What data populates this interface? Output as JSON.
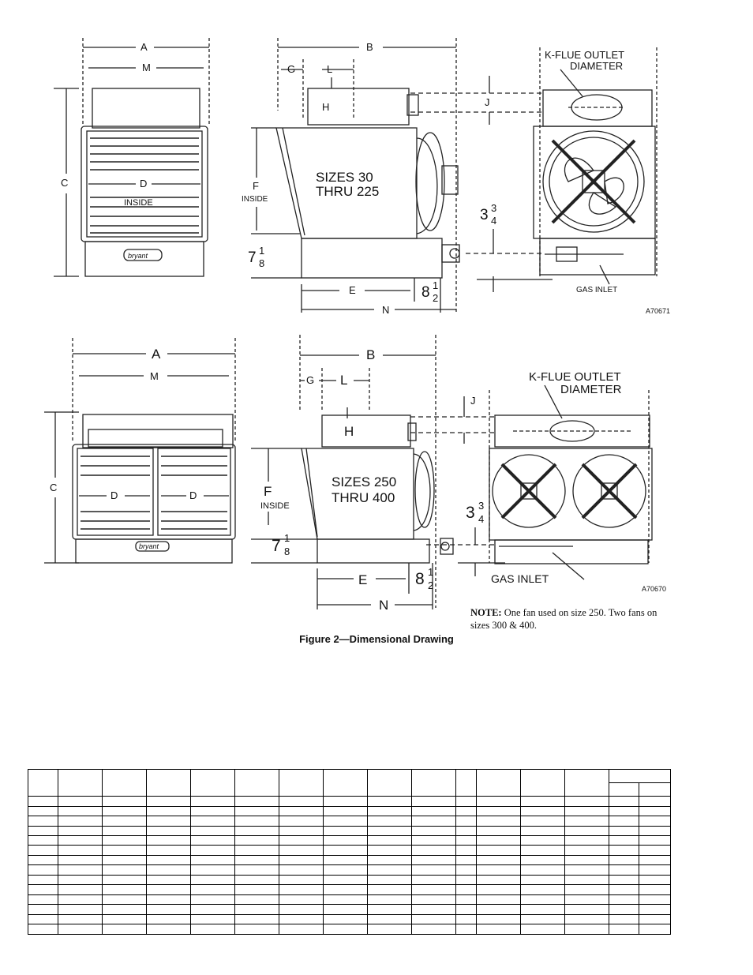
{
  "figure": {
    "caption": "Figure 2—Dimensional Drawing",
    "top_view": {
      "sizes_line1": "SIZES 30",
      "sizes_line2": "THRU 225",
      "ref_code": "A70671"
    },
    "bottom_view": {
      "sizes_line1": "SIZES 250",
      "sizes_line2": "THRU 400",
      "ref_code": "A70670"
    },
    "labels": {
      "A": "A",
      "B": "B",
      "C": "C",
      "D": "D",
      "E": "E",
      "F": "F",
      "G": "G",
      "H": "H",
      "J": "J",
      "L": "L",
      "M": "M",
      "N": "N",
      "inside": "INSIDE",
      "flue_line1": "K-FLUE OUTLET",
      "flue_line2": "DIAMETER",
      "gas_inlet": "GAS INLET",
      "brand": "bryant"
    },
    "dims": {
      "base_whole": "7",
      "base_num": "1",
      "base_den": "8",
      "inlet_whole": "3",
      "inlet_num": "3",
      "inlet_den": "4",
      "offset_whole": "8",
      "offset_num": "1",
      "offset_den": "2"
    },
    "note": {
      "label": "NOTE:",
      "text": "One fan used on size 250. Two fans on sizes 300 & 400."
    }
  },
  "table": {
    "rows": 14,
    "columns": 16
  }
}
